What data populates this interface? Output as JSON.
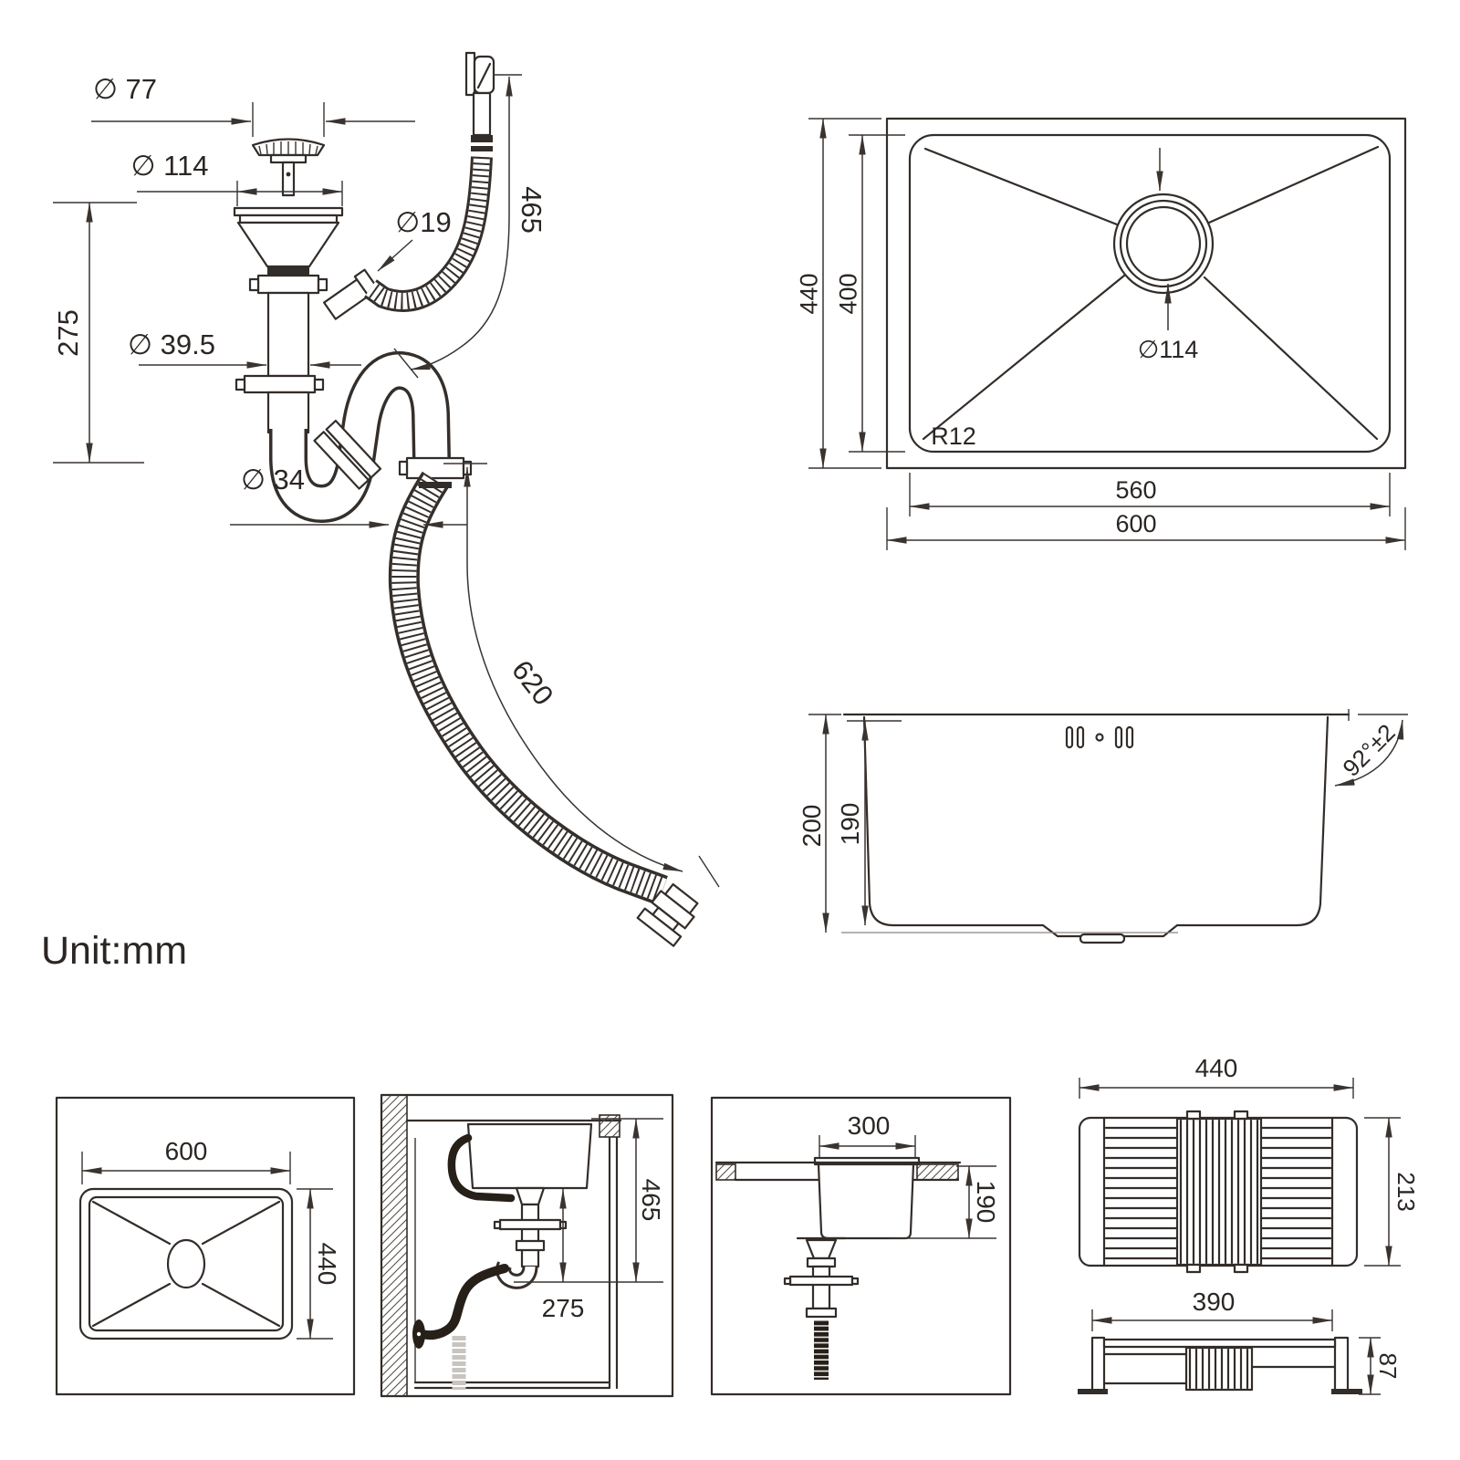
{
  "colors": {
    "ink": "#332d29",
    "background": "#ffffff"
  },
  "unit_label": "Unit:mm",
  "drain_assembly": {
    "strainer_cap_dia": "∅ 77",
    "flange_dia": "∅ 114",
    "overflow_branch_dia": "∅19",
    "tailpipe_dia": "∅ 39.5",
    "assembly_height": "275",
    "overflow_hose_length": "465",
    "outlet_hose_dia": "∅ 34",
    "outlet_hose_length": "620"
  },
  "sink_top_view": {
    "outer_width": "440",
    "inner_width": "400",
    "drain_dia": "∅114",
    "corner_radius": "R12",
    "inner_length": "560",
    "outer_length": "600"
  },
  "sink_side_view": {
    "total_depth": "200",
    "bowl_depth": "190",
    "wall_angle": "92°±2"
  },
  "panels": {
    "top_view": {
      "length": "600",
      "width": "440"
    },
    "cabinet_section": {
      "counter_to_trap": "465",
      "bowl_to_trap": "275"
    },
    "front_section": {
      "drain_clearance": "300",
      "bowl_depth": "190"
    },
    "rack_views": {
      "width": "440",
      "depth": "213",
      "inner_width": "390",
      "height": "87"
    }
  }
}
